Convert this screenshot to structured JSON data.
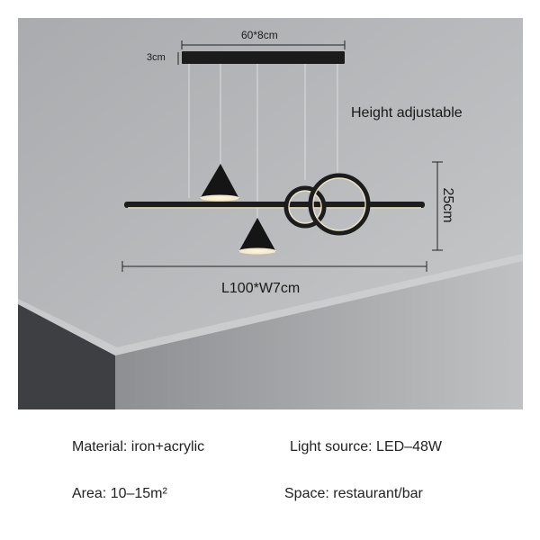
{
  "image": {
    "dimensions": {
      "top_width": "60*8cm",
      "canopy_height": "3cm",
      "drop_height": "25cm",
      "length": "L100*W7cm"
    },
    "feature": "Height adjustable"
  },
  "specs": {
    "material": "Material: iron+acrylic",
    "light_source": "Light source: LED–48W",
    "area": "Area: 10–15m²",
    "space": "Space: restaurant/bar"
  }
}
